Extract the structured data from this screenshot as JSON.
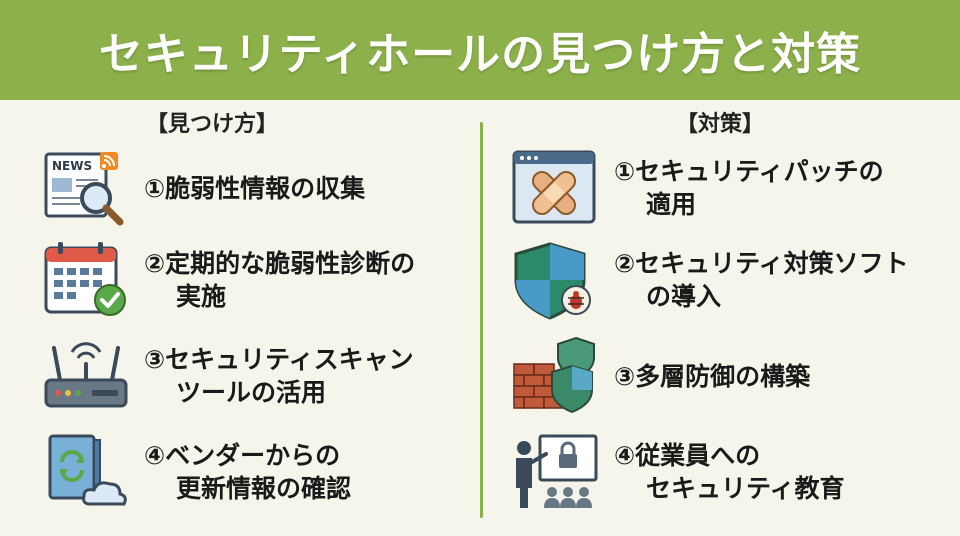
{
  "title": "セキュリティホールの見つけ方と対策",
  "left": {
    "heading": "【見つけ方】",
    "items": [
      {
        "line1": "①脆弱性情報の収集",
        "line2": "",
        "icon": "news-search-icon",
        "icon_text": "NEWS"
      },
      {
        "line1": "②定期的な脆弱性診断の",
        "line2": "実施",
        "icon": "calendar-check-icon"
      },
      {
        "line1": "③セキュリティスキャン",
        "line2": "ツールの活用",
        "icon": "router-icon"
      },
      {
        "line1": "④ベンダーからの",
        "line2": "更新情報の確認",
        "icon": "software-update-icon"
      }
    ]
  },
  "right": {
    "heading": "【対策】",
    "items": [
      {
        "line1": "①セキュリティパッチの",
        "line2": "適用",
        "icon": "patch-window-icon"
      },
      {
        "line1": "②セキュリティ対策ソフト",
        "line2": "の導入",
        "icon": "shield-bug-icon"
      },
      {
        "line1": "③多層防御の構築",
        "line2": "",
        "icon": "firewall-shield-icon"
      },
      {
        "line1": "④従業員への",
        "line2": "セキュリティ教育",
        "icon": "training-presentation-icon"
      }
    ]
  },
  "colors": {
    "accent": "#8cb04a",
    "background": "#f6f5ec"
  }
}
